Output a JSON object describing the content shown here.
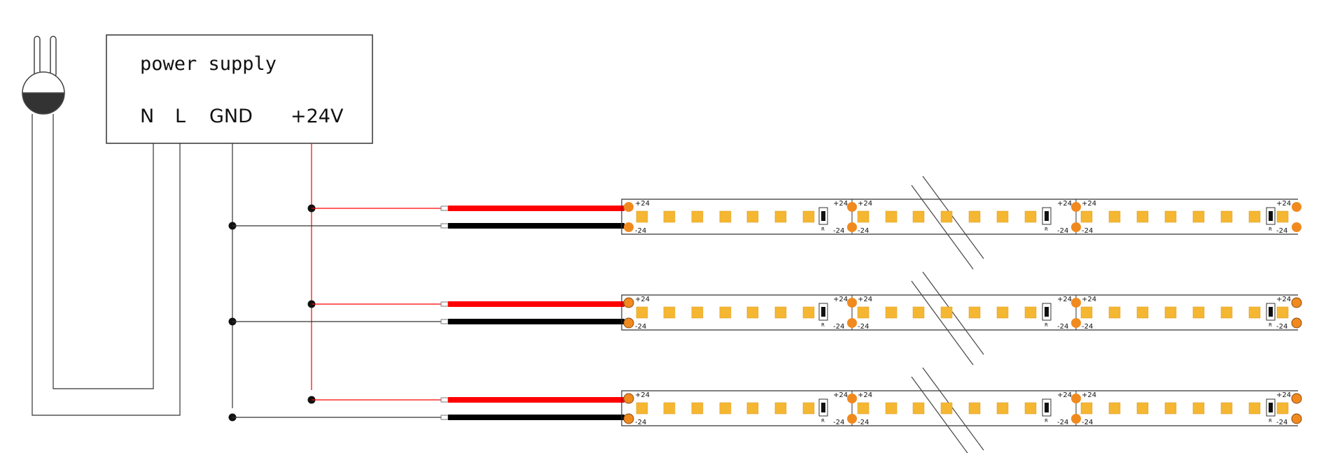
{
  "power_supply": {
    "title": "power supply",
    "terminals": {
      "n": "N",
      "l": "L",
      "gnd": "GND",
      "v24": "+24V"
    }
  },
  "strip": {
    "pos_label": "+24",
    "neg_label": "-24",
    "resistor_label": "R",
    "count": 3
  },
  "colors": {
    "positive_wire": "#ff0000",
    "negative_wire": "#000000",
    "led": "#f5b732",
    "solder_pad": "#f08a1e",
    "plug": "#333333"
  }
}
